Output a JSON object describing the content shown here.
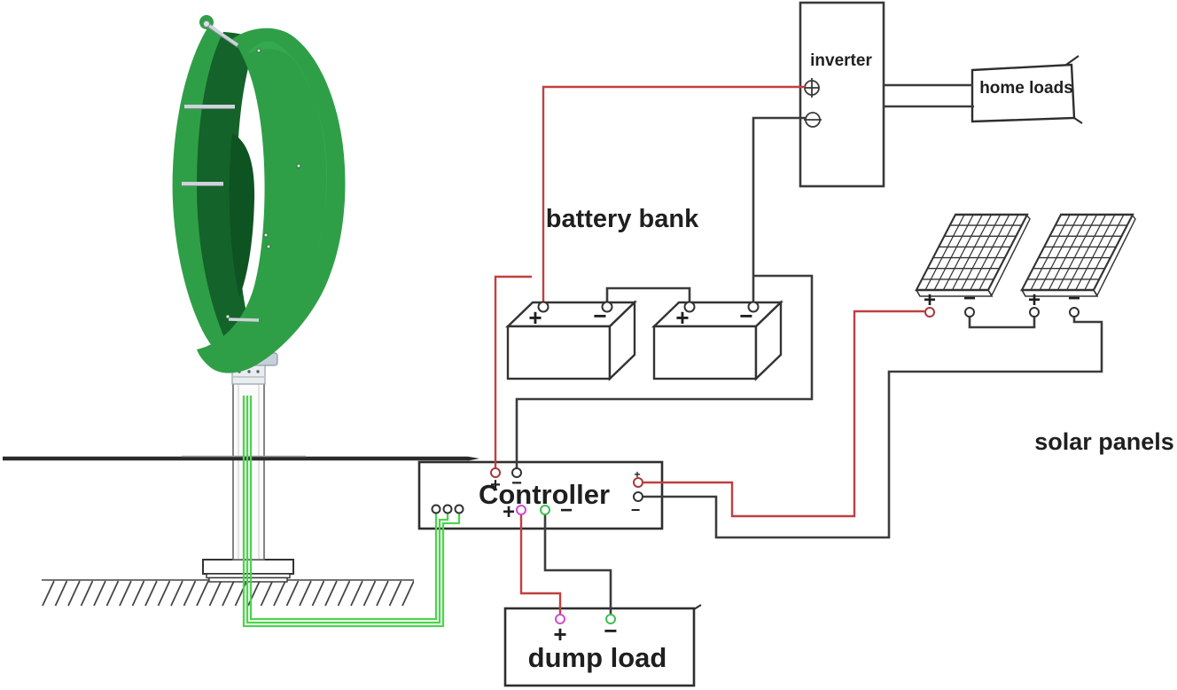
{
  "labels": {
    "battery_bank": "battery bank",
    "inverter": "inverter",
    "home_loads": "home loads",
    "controller": "Controller",
    "dump_load": "dump load",
    "solar_panels": "solar panels"
  },
  "symbols": {
    "plus": "+",
    "minus": "−"
  },
  "icons": {
    "inverter_positive": "circle-plus",
    "inverter_negative": "circle-minus",
    "terminal": "open-circle-terminal"
  },
  "colors": {
    "positive_wire": "#c04040",
    "negative_wire": "#3c3c3c",
    "turbine_wire": "#4fd24f",
    "plus_marker": "#cf4ccf",
    "minus_marker": "#3dbf52",
    "component_outline": "#333333",
    "blade_bright_green": "#2f9f47",
    "blade_dark_green": "#14632a"
  }
}
